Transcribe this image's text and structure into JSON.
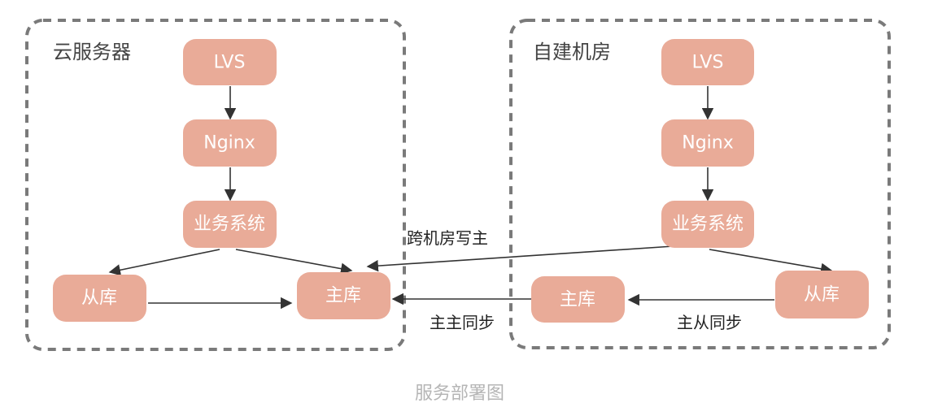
{
  "cloud": {
    "title": "云服务器",
    "lvs": "LVS",
    "nginx": "Nginx",
    "app": "业务系统",
    "slave": "从库",
    "master": "主库"
  },
  "idc": {
    "title": "自建机房",
    "lvs": "LVS",
    "nginx": "Nginx",
    "app": "业务系统",
    "slave": "从库",
    "master": "主库"
  },
  "labels": {
    "cross_write": "跨机房写主",
    "master_master": "主主同步",
    "master_slave": "主从同步"
  },
  "caption": "服务部署图",
  "colors": {
    "node": "#e9ab98",
    "container": "#7a7a7a"
  }
}
